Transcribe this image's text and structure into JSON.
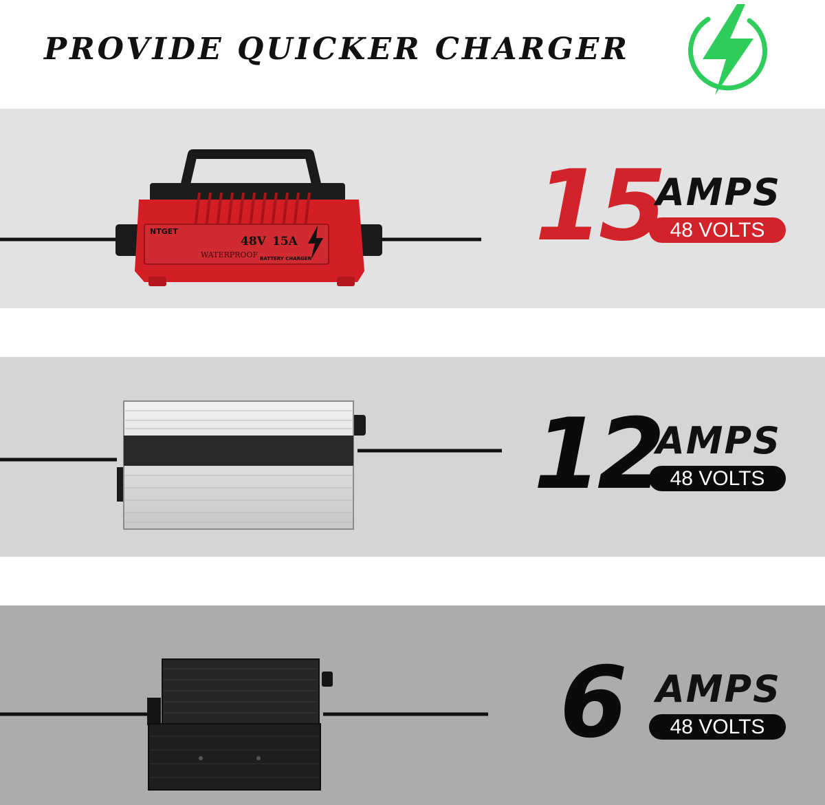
{
  "header": {
    "title": "PROVIDE QUICKER CHARGER",
    "badge_icon": "lightning-bolt-icon",
    "badge_color": "#2ecc5a"
  },
  "products": [
    {
      "amps_value": "15",
      "amps_unit": "AMPS",
      "volts": "48 VOLTS",
      "accent_color": "#d2232a",
      "charger_color": "red",
      "label": {
        "brand": "NTGET",
        "rating_voltage": "48V",
        "rating_current": "15A",
        "waterproof": "WATERPROOF",
        "type": "BATTERY CHARGER"
      }
    },
    {
      "amps_value": "12",
      "amps_unit": "AMPS",
      "volts": "48 VOLTS",
      "accent_color": "#0b0b0b",
      "charger_color": "silver"
    },
    {
      "amps_value": "6",
      "amps_unit": "AMPS",
      "volts": "48 VOLTS",
      "accent_color": "#0b0b0b",
      "charger_color": "black"
    }
  ]
}
